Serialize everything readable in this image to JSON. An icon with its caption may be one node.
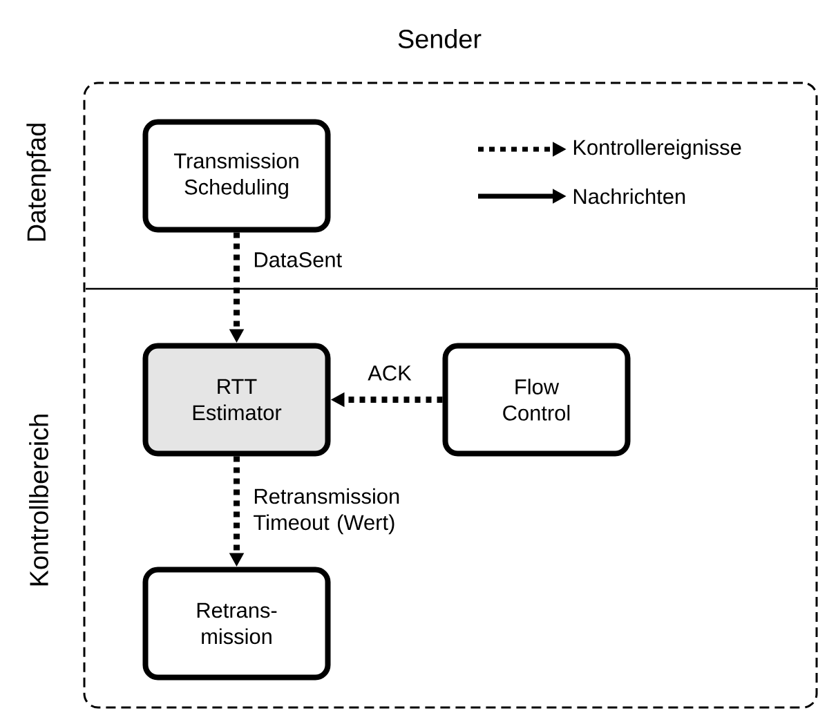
{
  "diagram": {
    "nodes": [
      {
        "text": [
          "Sender"
        ]
      },
      {
        "text": [
          "Transmission Scheduling"
        ],
        "in": 0
      },
      {
        "text": [
          "RTT Estimator"
        ],
        "in": 0
      },
      {
        "text": [
          "Flow Control"
        ],
        "in": 0
      },
      {
        "text": [
          "Retrans- mission"
        ],
        "in": 0
      }
    ],
    "edges": [
      {
        "from": 1,
        "to": 2,
        "arrow": "to",
        "label": "DataSent",
        "style": "dashed"
      },
      {
        "from": 3,
        "to": 2,
        "arrow": "to",
        "label": "ACK",
        "style": "dashed"
      },
      {
        "from": 2,
        "to": 4,
        "arrow": "to",
        "label": "Retransmission Timeout (Wert)",
        "style": "dashed"
      }
    ],
    "labels": [
      "Datenpfad",
      "Kontrollbereich"
    ],
    "legend": [
      {
        "text": "Kontrollereignisse"
      },
      {
        "text": "Nachrichten"
      }
    ]
  }
}
